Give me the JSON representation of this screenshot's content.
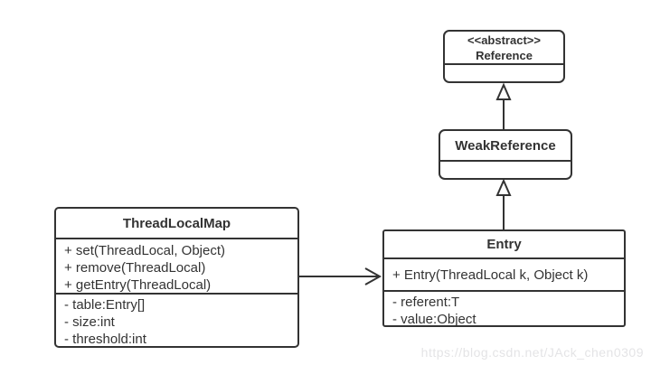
{
  "colors": {
    "border": "#333333",
    "text": "#333333",
    "background": "#ffffff",
    "watermark": "#e4e4e6"
  },
  "classes": {
    "reference": {
      "stereotype": "<<abstract>>",
      "name": "Reference",
      "methods": [],
      "attributes": []
    },
    "weakReference": {
      "name": "WeakReference",
      "methods": [],
      "attributes": []
    },
    "entry": {
      "name": "Entry",
      "methods": [
        "+ Entry(ThreadLocal k, Object k)"
      ],
      "attributes": [
        "- referent:T",
        "- value:Object"
      ]
    },
    "threadLocalMap": {
      "name": "ThreadLocalMap",
      "methods": [
        "+ set(ThreadLocal, Object)",
        "+ remove(ThreadLocal)",
        "+ getEntry(ThreadLocal)"
      ],
      "attributes": [
        "- table:Entry[]",
        "- size:int",
        "- threshold:int"
      ]
    }
  },
  "relations": [
    {
      "type": "generalization",
      "from": "WeakReference",
      "to": "Reference"
    },
    {
      "type": "generalization",
      "from": "Entry",
      "to": "WeakReference"
    },
    {
      "type": "association",
      "from": "ThreadLocalMap",
      "to": "Entry"
    }
  ],
  "watermark": {
    "text": "https://blog.csdn.net/JAck_chen0309"
  }
}
